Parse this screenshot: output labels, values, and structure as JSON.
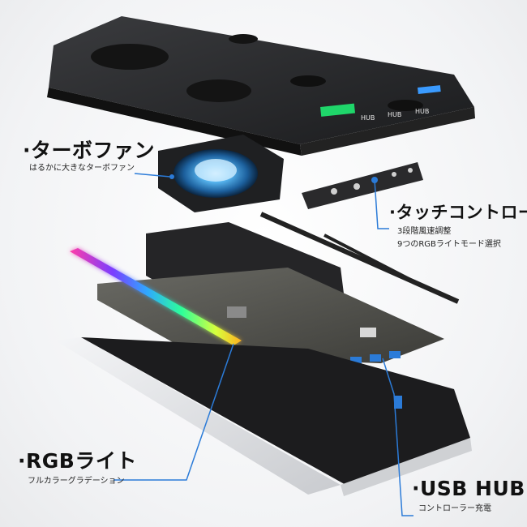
{
  "callouts": {
    "turbo_fan": {
      "title": "·ターボファン",
      "subtitle": "はるかに大きなターボファン"
    },
    "touch_control": {
      "title": "·タッチコントロール",
      "line1": "3段階風速調整",
      "line2": "9つのRGBライトモード選択"
    },
    "rgb_light": {
      "title": "·RGBライト",
      "subtitle": "フルカラーグラデーション"
    },
    "usb_hub": {
      "title": "·USB HUB",
      "subtitle": "コントローラー充電"
    }
  },
  "hub_labels": [
    "HUB",
    "HUB",
    "HUB"
  ],
  "colors": {
    "accent_blue": "#2b7bd8",
    "rgb_start": "#ff3da8",
    "rgb_end": "#ffb020"
  },
  "icons": [
    "turbo-fan-icon",
    "touch-panel-icon",
    "rgb-light-strip-icon",
    "usb-port-icon"
  ]
}
